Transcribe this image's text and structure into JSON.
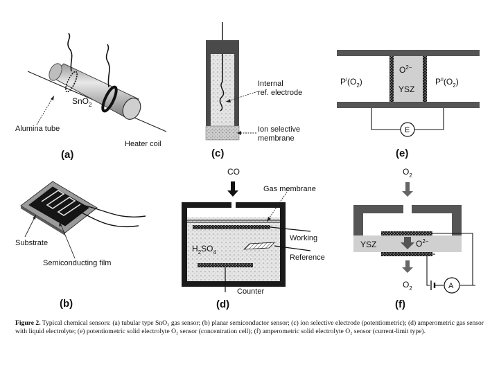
{
  "panels": {
    "a": {
      "label": "(a)",
      "material": "SnO",
      "material_sub": "2",
      "tube": "Alumina tube",
      "heater": "Heater coil"
    },
    "b": {
      "label": "(b)",
      "substrate": "Substrate",
      "film": "Semiconducting film"
    },
    "c": {
      "label": "(c)",
      "electrode_line1": "Internal",
      "electrode_line2": "ref. electrode",
      "membrane_line1": "Ion selective",
      "membrane_line2": "membrane"
    },
    "d": {
      "label": "(d)",
      "gas": "CO",
      "gas_membrane": "Gas membrane",
      "working": "Working",
      "reference": "Reference",
      "counter": "Counter",
      "electrolyte_main": "H",
      "electrolyte_sub1": "2",
      "electrolyte_mid": "SO",
      "electrolyte_sub2": "4"
    },
    "e": {
      "label": "(e)",
      "p1_main": "P",
      "p1_sup": "I",
      "p1_rest": "(O",
      "p1_sub": "2",
      "p1_end": ")",
      "p2_main": "P",
      "p2_sup": "II",
      "p2_rest": "(O",
      "p2_sub": "2",
      "p2_end": ")",
      "ion_main": "O",
      "ion_sup": "2−",
      "electrolyte": "YSZ",
      "meter": "E"
    },
    "f": {
      "label": "(f)",
      "o2_in_main": "O",
      "o2_in_sub": "2",
      "electrolyte": "YSZ",
      "ion_main": "O",
      "ion_sup": "2−",
      "o2_out_main": "O",
      "o2_out_sub": "2",
      "meter": "A"
    }
  },
  "caption": {
    "bold": "Figure 2.",
    "text": " Typical chemical sensors: (a) tubular type SnO₂ gas sensor; (b) planar semiconductor sensor; (c) ion selective electrode (potentiometric); (d) amperometric gas sensor with liquid electrolyte; (e) potentiometric solid electrolyte O₂ sensor (concentration cell); (f) amperometric solid electrolyte O₂ sensor (current-limit type)."
  }
}
